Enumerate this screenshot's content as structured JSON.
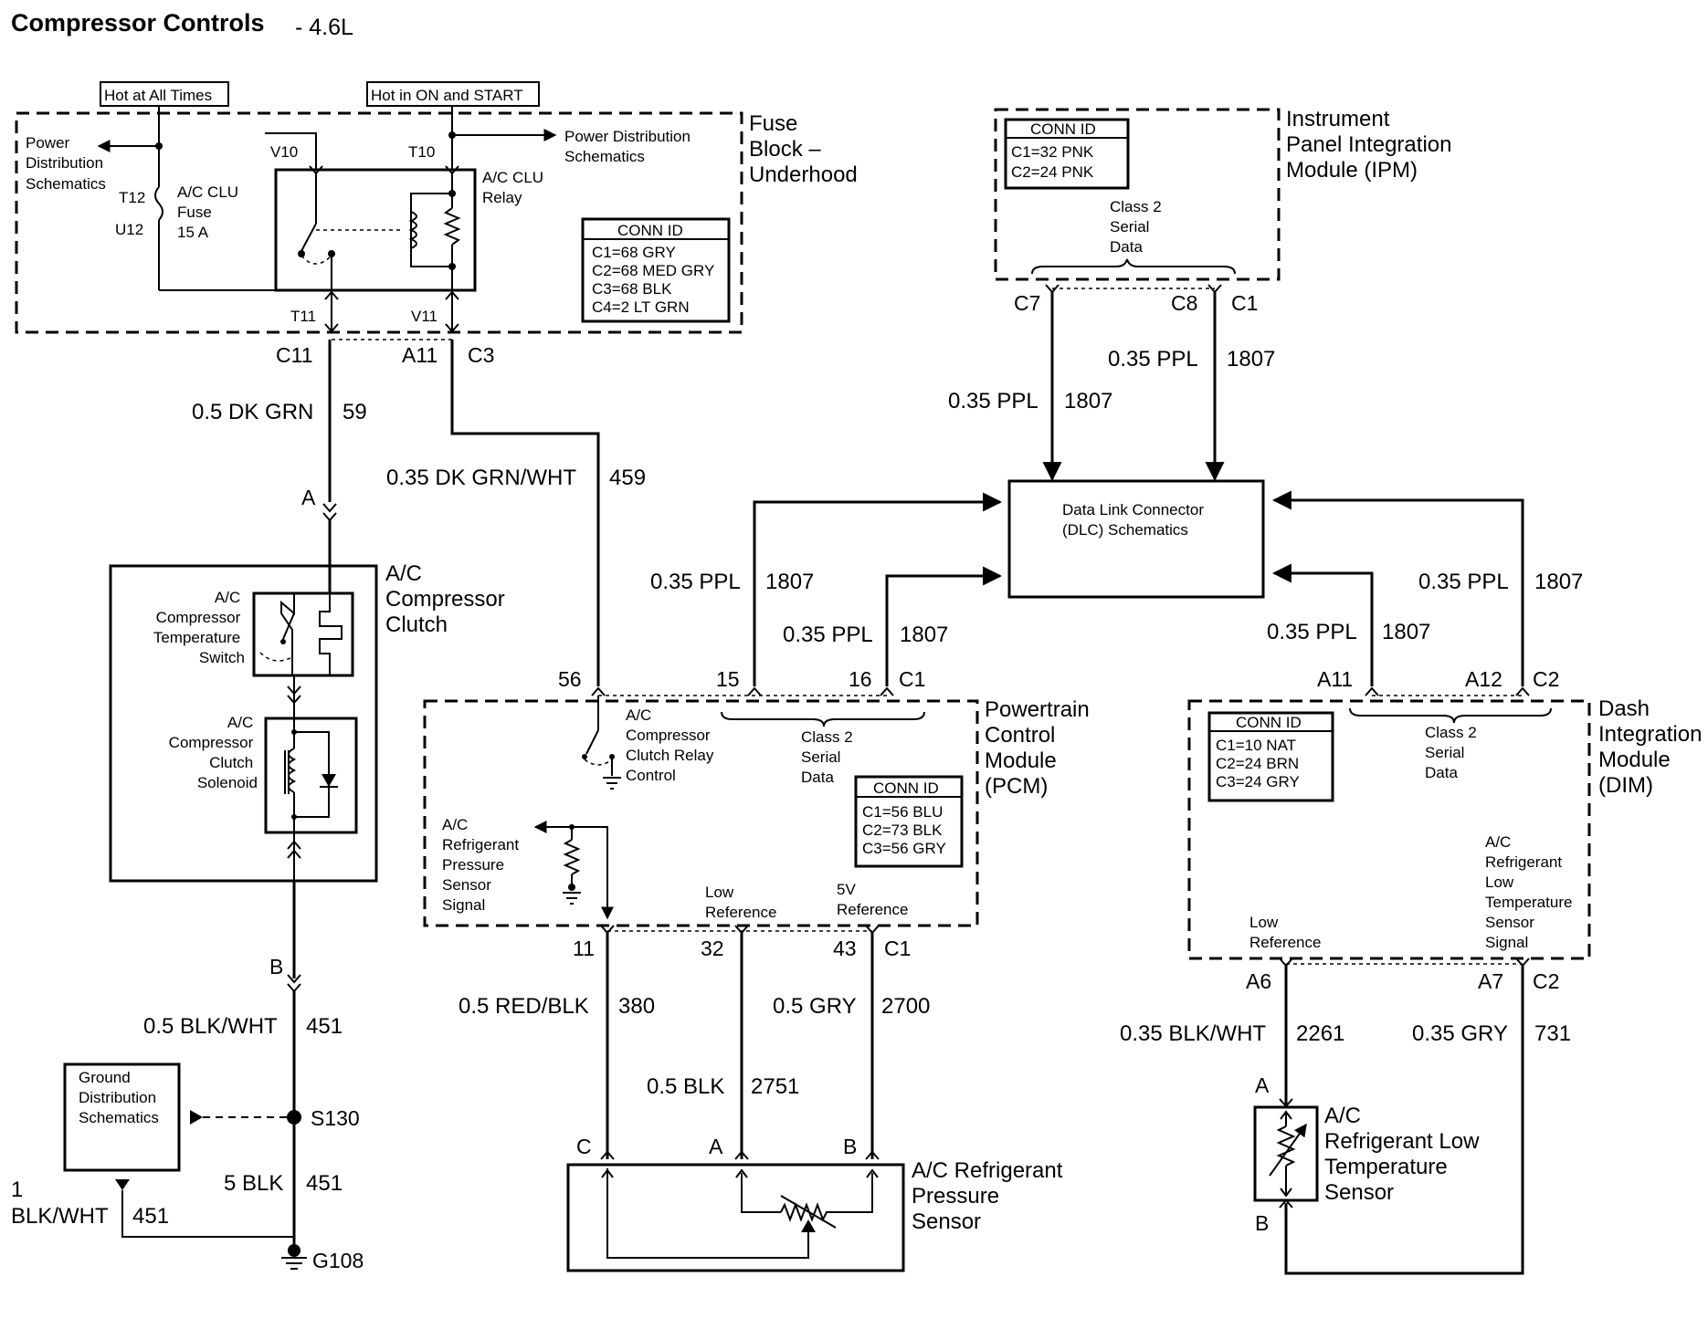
{
  "title": {
    "main": "Compressor Controls",
    "sub": "- 4.6L"
  },
  "power_labels": {
    "hot_all_times": "Hot at All Times",
    "hot_on_start": "Hot in ON and START"
  },
  "fuse_block": {
    "name_l1": "Fuse",
    "name_l2": "Block –",
    "name_l3": "Underhood",
    "power_dist_left": [
      "Power",
      "Distribution",
      "Schematics"
    ],
    "power_dist_right": [
      "Power Distribution",
      "Schematics"
    ],
    "fuse": [
      "A/C CLU",
      "Fuse",
      "15 A"
    ],
    "relay": [
      "A/C CLU",
      "Relay"
    ],
    "terminals": {
      "t12": "T12",
      "u12": "U12",
      "v10": "V10",
      "t10": "T10",
      "t11": "T11",
      "v11": "V11"
    },
    "conn_id": {
      "title": "CONN ID",
      "rows": [
        "C1=68 GRY",
        "C2=68 MED GRY",
        "C3=68 BLK",
        "C4=2 LT GRN"
      ]
    }
  },
  "ipm": {
    "name": [
      "Instrument",
      "Panel Integration",
      "Module (IPM)"
    ],
    "conn_id": {
      "title": "CONN ID",
      "rows": [
        "C1=32 PNK",
        "C2=24 PNK"
      ]
    },
    "class2": [
      "Class 2",
      "Serial",
      "Data"
    ],
    "pins": {
      "c7": "C7",
      "c8": "C8",
      "c1": "C1"
    }
  },
  "dlc": {
    "l1": "Data Link Connector",
    "l2": "(DLC) Schematics"
  },
  "pcm": {
    "name": [
      "Powertrain",
      "Control",
      "Module",
      "(PCM)"
    ],
    "relay_ctrl": [
      "A/C",
      "Compressor",
      "Clutch Relay",
      "Control"
    ],
    "class2": [
      "Class 2",
      "Serial",
      "Data"
    ],
    "conn_id": {
      "title": "CONN ID",
      "rows": [
        "C1=56 BLU",
        "C2=73 BLK",
        "C3=56 GRY"
      ]
    },
    "sensor_signal": [
      "A/C",
      "Refrigerant",
      "Pressure",
      "Sensor",
      "Signal"
    ],
    "low_ref": [
      "Low",
      "Reference"
    ],
    "v5_ref": [
      "5V",
      "Reference"
    ],
    "pins_top": {
      "p56": "56",
      "p15": "15",
      "p16": "16",
      "c1": "C1"
    },
    "pins_bottom": {
      "p11": "11",
      "p32": "32",
      "p43": "43",
      "c1": "C1"
    }
  },
  "dim": {
    "name": [
      "Dash",
      "Integration",
      "Module",
      "(DIM)"
    ],
    "conn_id": {
      "title": "CONN ID",
      "rows": [
        "C1=10 NAT",
        "C2=24 BRN",
        "C3=24 GRY"
      ]
    },
    "class2": [
      "Class 2",
      "Serial",
      "Data"
    ],
    "low_ref": [
      "Low",
      "Reference"
    ],
    "temp_signal": [
      "A/C",
      "Refrigerant",
      "Low",
      "Temperature",
      "Sensor",
      "Signal"
    ],
    "pins_top": {
      "a11": "A11",
      "a12": "A12",
      "c2": "C2"
    },
    "pins_bottom": {
      "a6": "A6",
      "a7": "A7",
      "c2": "C2"
    }
  },
  "clutch": {
    "name": [
      "A/C",
      "Compressor",
      "Clutch"
    ],
    "temp_switch": [
      "A/C",
      "Compressor",
      "Temperature",
      "Switch"
    ],
    "solenoid": [
      "A/C",
      "Compressor",
      "Clutch",
      "Solenoid"
    ],
    "pin_a": "A",
    "pin_b": "B"
  },
  "pressure_sensor": {
    "name": [
      "A/C Refrigerant",
      "Pressure",
      "Sensor"
    ],
    "pins": {
      "c": "C",
      "a": "A",
      "b": "B"
    }
  },
  "temp_sensor": {
    "name": [
      "A/C",
      "Refrigerant Low",
      "Temperature",
      "Sensor"
    ],
    "pin_a": "A",
    "pin_b": "B"
  },
  "ground": {
    "schematics": [
      "Ground",
      "Distribution",
      "Schematics"
    ],
    "splice": "S130",
    "ground": "G108"
  },
  "connectors": {
    "c11": "C11",
    "a11": "A11",
    "c3": "C3"
  },
  "wires": {
    "w59": {
      "gauge": "0.5 DK GRN",
      "circuit": "59"
    },
    "w459": {
      "gauge": "0.35 DK GRN/WHT",
      "circuit": "459"
    },
    "w451a": {
      "gauge": "0.5 BLK/WHT",
      "circuit": "451"
    },
    "w451b": {
      "gauge": "5 BLK",
      "circuit": "451"
    },
    "w451c": {
      "gauge": "BLK/WHT",
      "circuit": "451",
      "pin": "1"
    },
    "ipm_c7": {
      "gauge": "0.35 PPL",
      "circuit": "1807"
    },
    "ipm_c8": {
      "gauge": "0.35 PPL",
      "circuit": "1807"
    },
    "pcm15": {
      "gauge": "0.35 PPL",
      "circuit": "1807"
    },
    "pcm16": {
      "gauge": "0.35 PPL",
      "circuit": "1807"
    },
    "dim_a11": {
      "gauge": "0.35 PPL",
      "circuit": "1807"
    },
    "dim_a12": {
      "gauge": "0.35 PPL",
      "circuit": "1807"
    },
    "w380": {
      "gauge": "0.5 RED/BLK",
      "circuit": "380"
    },
    "w2751": {
      "gauge": "0.5 BLK",
      "circuit": "2751"
    },
    "w2700": {
      "gauge": "0.5 GRY",
      "circuit": "2700"
    },
    "w2261": {
      "gauge": "0.35 BLK/WHT",
      "circuit": "2261"
    },
    "w731": {
      "gauge": "0.35 GRY",
      "circuit": "731"
    }
  }
}
